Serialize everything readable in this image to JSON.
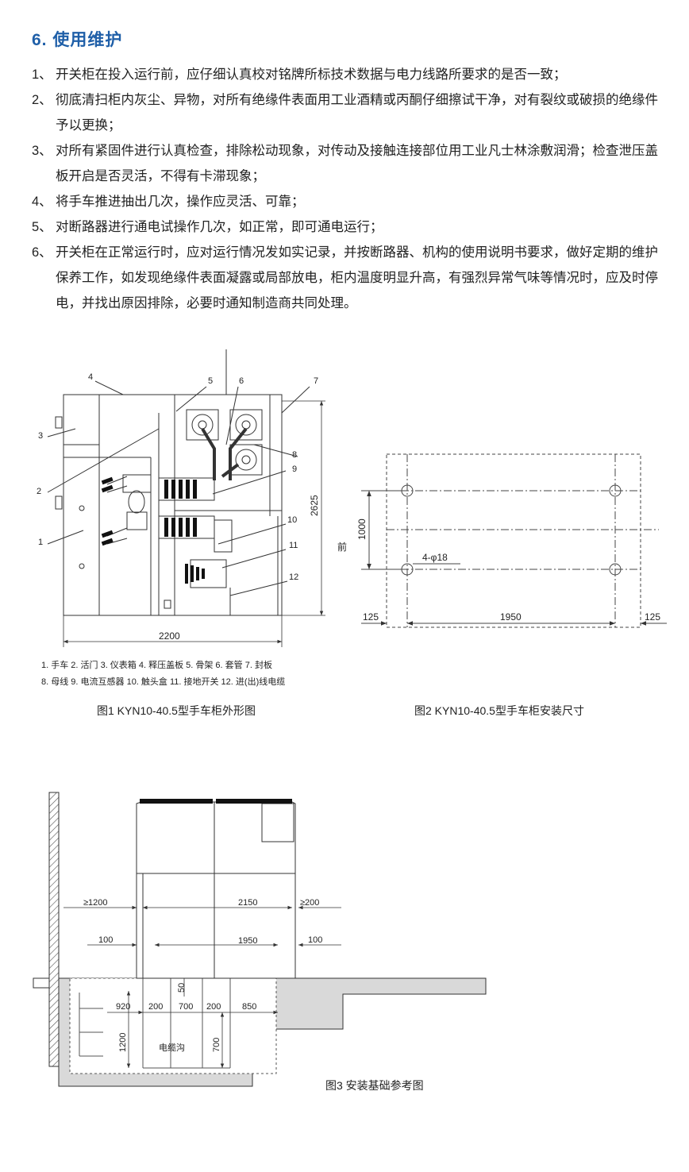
{
  "section_title": "6. 使用维护",
  "items": [
    {
      "num": "1、",
      "text": "开关柜在投入运行前，应仔细认真校对铭牌所标技术数据与电力线路所要求的是否一致；"
    },
    {
      "num": "2、",
      "text": "彻底清扫柜内灰尘、异物，对所有绝缘件表面用工业酒精或丙酮仔细擦试干净，对有裂纹或破损的绝缘件予以更换；"
    },
    {
      "num": "3、",
      "text": "对所有紧固件进行认真检查，排除松动现象，对传动及接触连接部位用工业凡士林涂敷润滑；检查泄压盖板开启是否灵活，不得有卡滞现象；"
    },
    {
      "num": "4、",
      "text": "将手车推进抽出几次，操作应灵活、可靠；"
    },
    {
      "num": "5、",
      "text": "对断路器进行通电试操作几次，如正常，即可通电运行；"
    },
    {
      "num": "6、",
      "text": "开关柜在正常运行时，应对运行情况发如实记录，并按断路器、机构的使用说明书要求，做好定期的维护保养工作，如发现绝缘件表面凝露或局部放电，柜内温度明显升高，有强烈异常气味等情况时，应及时停电，并找出原因排除，必要时通知制造商共同处理。"
    }
  ],
  "fig1": {
    "caption": "图1  KYN10-40.5型手车柜外形图",
    "callouts": [
      "1",
      "2",
      "3",
      "4",
      "5",
      "6",
      "7",
      "8",
      "9",
      "10",
      "11",
      "12"
    ],
    "width_dim": "2200",
    "height_dim": "2625",
    "legend_line1": "1. 手车  2. 活门  3. 仪表箱  4. 释压盖板  5. 骨架  6. 套管  7. 封板",
    "legend_line2": "8. 母线  9. 电流互感器  10. 触头盒  11. 接地开关  12. 进(出)线电缆"
  },
  "fig2": {
    "caption": "图2  KYN10-40.5型手车柜安装尺寸",
    "front_label": "前",
    "depth_dim": "1000",
    "hole_label": "4-φ18",
    "width_dim": "1950",
    "left_margin": "125",
    "right_margin": "125"
  },
  "fig3": {
    "caption": "图3  安装基础参考图",
    "front_clearance": "≥1200",
    "cabinet_depth": "2150",
    "rear_clearance": "≥200",
    "left_offset": "100",
    "base_width": "1950",
    "right_offset": "100",
    "trench_step": "50",
    "seg_920": "920",
    "seg_200a": "200",
    "seg_700": "700",
    "seg_200b": "200",
    "seg_850": "850",
    "depth_1200": "1200",
    "depth_700": "700",
    "trench_label": "电缆沟"
  }
}
